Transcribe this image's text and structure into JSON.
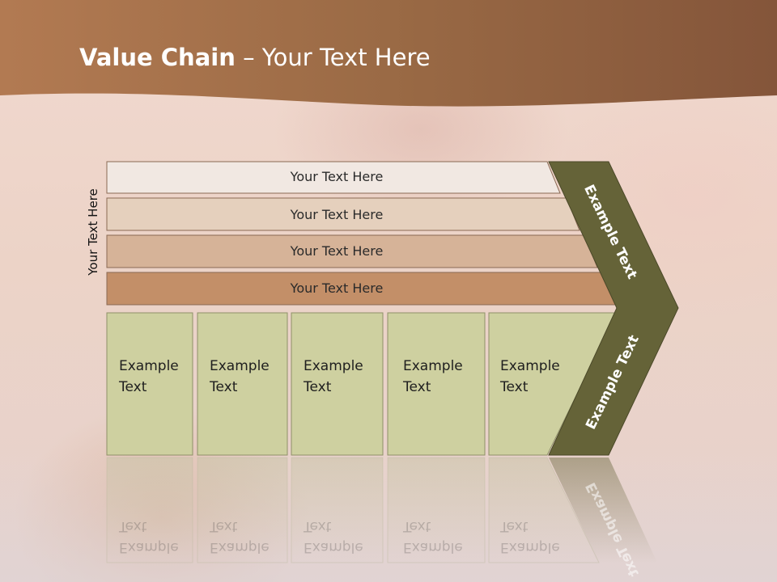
{
  "title": {
    "bold": "Value Chain",
    "rest": " – Your Text Here"
  },
  "side_label": "Your Text Here",
  "bars": [
    {
      "label": "Your Text Here",
      "color": "#f1e8e2"
    },
    {
      "label": "Your Text Here",
      "color": "#e5d0bd"
    },
    {
      "label": "Your Text Here",
      "color": "#d6b398"
    },
    {
      "label": "Your Text Here",
      "color": "#c38f68"
    }
  ],
  "boxes": [
    {
      "text": "Example\nText"
    },
    {
      "text": "Example\nText"
    },
    {
      "text": "Example\nText"
    },
    {
      "text": "Example\nText"
    },
    {
      "text": "Example\nText"
    }
  ],
  "chevron": {
    "upper_label": "Example Text",
    "lower_label": "Example Text",
    "color": "#656338"
  },
  "colors": {
    "header_band": "#9d6a45",
    "box_fill": "#ced0a0",
    "box_border": "#8f9068"
  }
}
